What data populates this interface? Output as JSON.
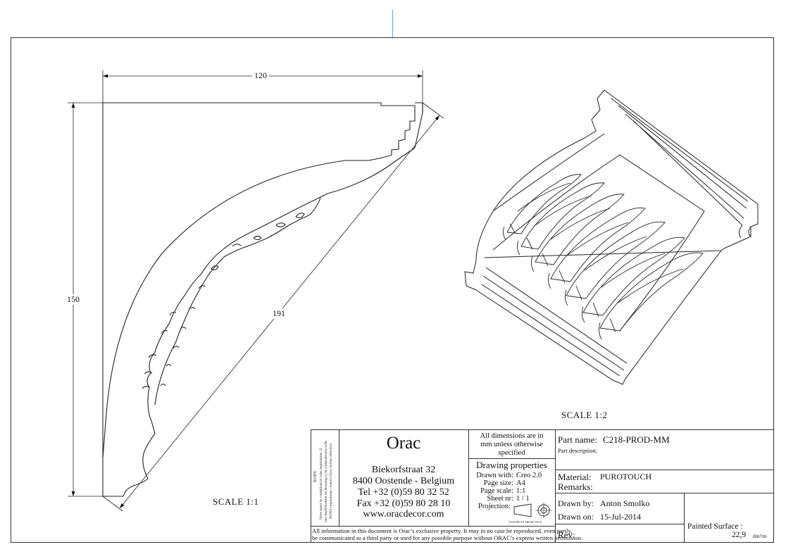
{
  "drawing": {
    "profile": {
      "width_dim": "120",
      "height_dim": "150",
      "diagonal_dim": "191",
      "scale_label": "SCALE  1:1"
    },
    "iso_view": {
      "scale_label": "SCALE  1:2"
    }
  },
  "title_block": {
    "side_note_1": "Parts must be compliant to rohs regulations. If",
    "side_note_2": "any modification on drawing is in contradiction with",
    "side_note_3": "ROHS regulations, contact Orac before delivery!",
    "side_note_rohs": "ROHS",
    "company": "Orac",
    "address_street": "Biekorfstraat 32",
    "address_city": "8400 Oostende - Belgium",
    "tel": "Tel   +32 (0)59 80 32 52",
    "fax": "Fax   +32 (0)59 80 28 10",
    "website": "www.oracdecor.com",
    "dimensions_note_1": "All dimensions are in",
    "dimensions_note_2": "mm unless otherwise",
    "dimensions_note_3": "specified",
    "drawing_properties_title": "Drawing properties",
    "drawn_with_label": "Drawn with:",
    "drawn_with_value": "Creo 2.0",
    "page_size_label": "Page size:",
    "page_size_value": "A4",
    "page_scale_label": "Page scale:",
    "page_scale_value": "1:1",
    "sheet_nr_label": "Sheet nr:",
    "sheet_nr_value": "1 / 1",
    "projection_label": "Projection:",
    "projection_caption": "EUROPEAN PROJECTION",
    "part_name_label": "Part name:",
    "part_name_value": "C218-PROD-MM",
    "part_description_label": "Part description:",
    "material_label": "Material:",
    "material_value": "PUROTOUCH",
    "remarks_label": "Remarks:",
    "drawn_by_label": "Drawn by:",
    "drawn_by_value": "Anton Smolko",
    "drawn_on_label": "Drawn on:",
    "drawn_on_value": "15-Jul-2014",
    "disclaimer_1": "All information in this document is Orac’s exclusive property.  It may in no case be reproduced, even partly,",
    "disclaimer_2": "be communicated to a third party or used for any possible purpose without ORAC’s express written permission.",
    "rev_label": "Rev:",
    "painted_surface_label": "Painted Surface :",
    "painted_surface_value": "22,9",
    "painted_surface_unit": "dm²/m"
  }
}
